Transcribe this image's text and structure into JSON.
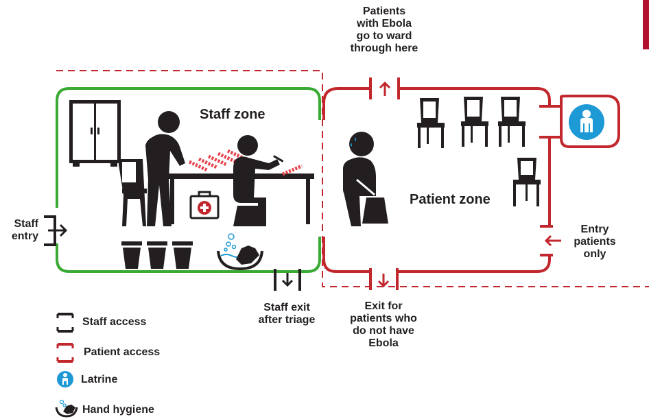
{
  "colors": {
    "staff_zone": "#3aaa35",
    "patient_zone": "#c1272d",
    "latrine": "#1d9ad6",
    "ink": "#231f20",
    "page_marker": "#b30f2f",
    "tube": "#e7424b"
  },
  "zones": {
    "staff_title": "Staff zone",
    "patient_title": "Patient zone"
  },
  "labels": {
    "staff_entry": [
      "Staff",
      "entry"
    ],
    "staff_exit": [
      "Staff exit",
      "after triage"
    ],
    "ebola_ward": [
      "Patients",
      "with Ebola",
      "go to ward",
      "through here"
    ],
    "non_ebola_exit": [
      "Exit for",
      "patients who",
      "do not have",
      "Ebola"
    ],
    "patient_entry": [
      "Entry",
      "patients",
      "only"
    ]
  },
  "legend": [
    {
      "icon": "staff-access-bracket-icon",
      "text": "Staff access"
    },
    {
      "icon": "patient-access-bracket-icon",
      "text": "Patient access"
    },
    {
      "icon": "latrine-icon",
      "text": "Latrine"
    },
    {
      "icon": "hand-hygiene-icon",
      "text": "Hand hygiene"
    }
  ],
  "arrows": {
    "staff_entry": "→",
    "staff_exit": "↓",
    "ebola_ward": "↑",
    "non_ebola_exit": "↓",
    "patient_entry": "←"
  }
}
